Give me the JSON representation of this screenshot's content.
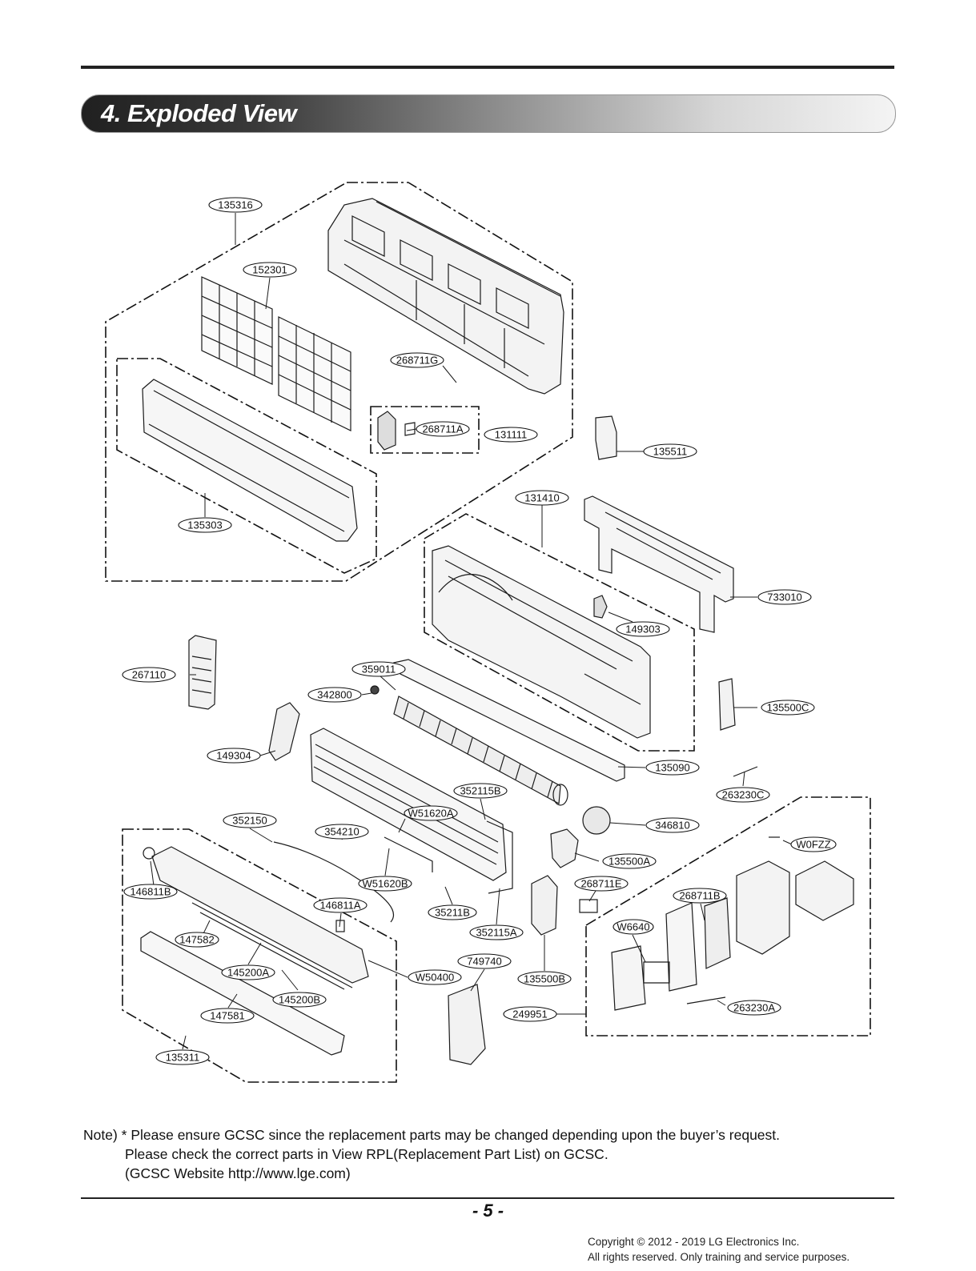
{
  "header": {
    "section_title": "4. Exploded View"
  },
  "diagram": {
    "part_labels": [
      "135316",
      "152301",
      "268711G",
      "268711A",
      "131111",
      "135511",
      "131410",
      "135303",
      "733010",
      "149303",
      "267110",
      "359011",
      "342800",
      "135500C",
      "149304",
      "135090",
      "263230C",
      "352115B",
      "352150",
      "W51620A",
      "354210",
      "346810",
      "W0FZZ",
      "135500A",
      "W51620B",
      "268711E",
      "268711B",
      "146811B",
      "146811A",
      "35211B",
      "W6640",
      "147582",
      "352115A",
      "145200A",
      "749740",
      "W50400",
      "135500B",
      "145200B",
      "147581",
      "249951",
      "263230A",
      "135311"
    ]
  },
  "note": {
    "line1": "Note) * Please ensure GCSC since the replacement parts may be changed depending upon the buyer’s request.",
    "line2": "Please check the correct parts in View RPL(Replacement Part List) on GCSC.",
    "line3": "(GCSC Website http://www.lge.com)"
  },
  "footer": {
    "page_number": "- 5 -",
    "copyright_line1": "Copyright © 2012 - 2019 LG Electronics Inc.",
    "copyright_line2": "All rights reserved. Only training and service purposes."
  }
}
